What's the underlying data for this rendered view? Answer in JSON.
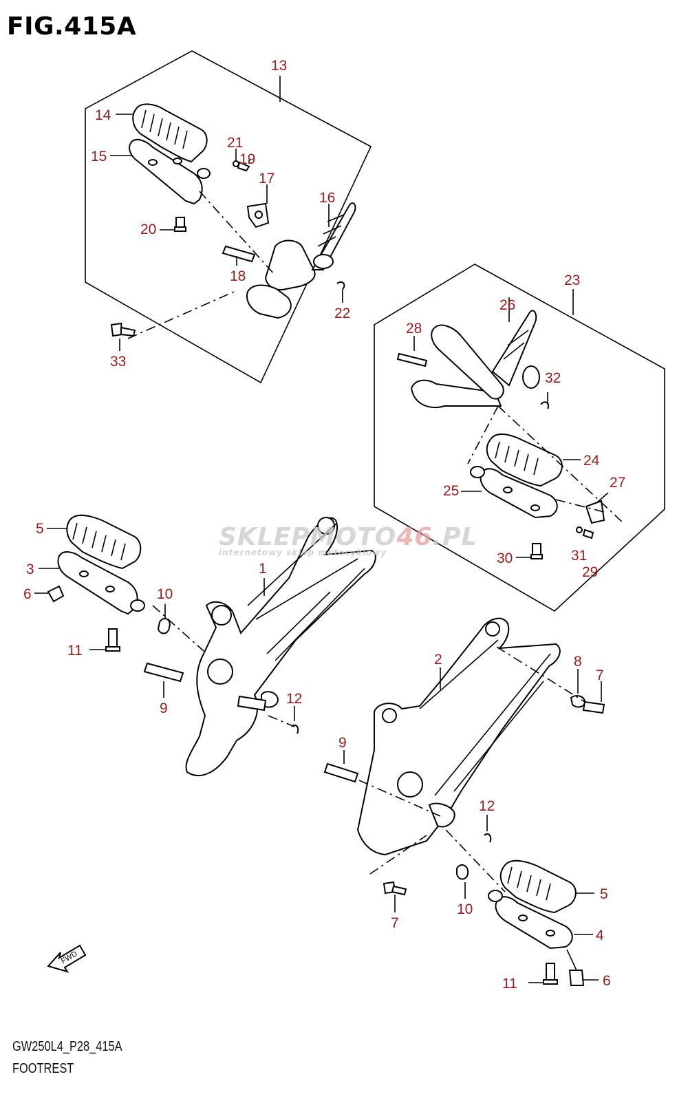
{
  "figure": {
    "title": "FIG.415A",
    "model_code": "GW250L4_P28_415A",
    "section_name": "FOOTREST"
  },
  "watermark": {
    "brand_prefix": "SKLEPMOTO",
    "brand_number": "46",
    "brand_suffix": ".PL",
    "tagline": "internetowy sklep motocyklowy"
  },
  "fwd_label": "FWD",
  "callouts": [
    {
      "id": "c1",
      "label": "1"
    },
    {
      "id": "c2",
      "label": "2"
    },
    {
      "id": "c3",
      "label": "3"
    },
    {
      "id": "c4",
      "label": "4"
    },
    {
      "id": "c5a",
      "label": "5"
    },
    {
      "id": "c5b",
      "label": "5"
    },
    {
      "id": "c6a",
      "label": "6"
    },
    {
      "id": "c6b",
      "label": "6"
    },
    {
      "id": "c7a",
      "label": "7"
    },
    {
      "id": "c7b",
      "label": "7"
    },
    {
      "id": "c8",
      "label": "8"
    },
    {
      "id": "c9a",
      "label": "9"
    },
    {
      "id": "c9b",
      "label": "9"
    },
    {
      "id": "c10a",
      "label": "10"
    },
    {
      "id": "c10b",
      "label": "10"
    },
    {
      "id": "c11a",
      "label": "11"
    },
    {
      "id": "c11b",
      "label": "11"
    },
    {
      "id": "c12a",
      "label": "12"
    },
    {
      "id": "c12b",
      "label": "12"
    },
    {
      "id": "c13",
      "label": "13"
    },
    {
      "id": "c14",
      "label": "14"
    },
    {
      "id": "c15",
      "label": "15"
    },
    {
      "id": "c16",
      "label": "16"
    },
    {
      "id": "c17",
      "label": "17"
    },
    {
      "id": "c18",
      "label": "18"
    },
    {
      "id": "c19",
      "label": "19"
    },
    {
      "id": "c20",
      "label": "20"
    },
    {
      "id": "c21",
      "label": "21"
    },
    {
      "id": "c22",
      "label": "22"
    },
    {
      "id": "c23",
      "label": "23"
    },
    {
      "id": "c24",
      "label": "24"
    },
    {
      "id": "c25",
      "label": "25"
    },
    {
      "id": "c26",
      "label": "26"
    },
    {
      "id": "c27",
      "label": "27"
    },
    {
      "id": "c28",
      "label": "28"
    },
    {
      "id": "c29",
      "label": "29"
    },
    {
      "id": "c30",
      "label": "30"
    },
    {
      "id": "c31",
      "label": "31"
    },
    {
      "id": "c32",
      "label": "32"
    },
    {
      "id": "c33",
      "label": "33"
    }
  ]
}
